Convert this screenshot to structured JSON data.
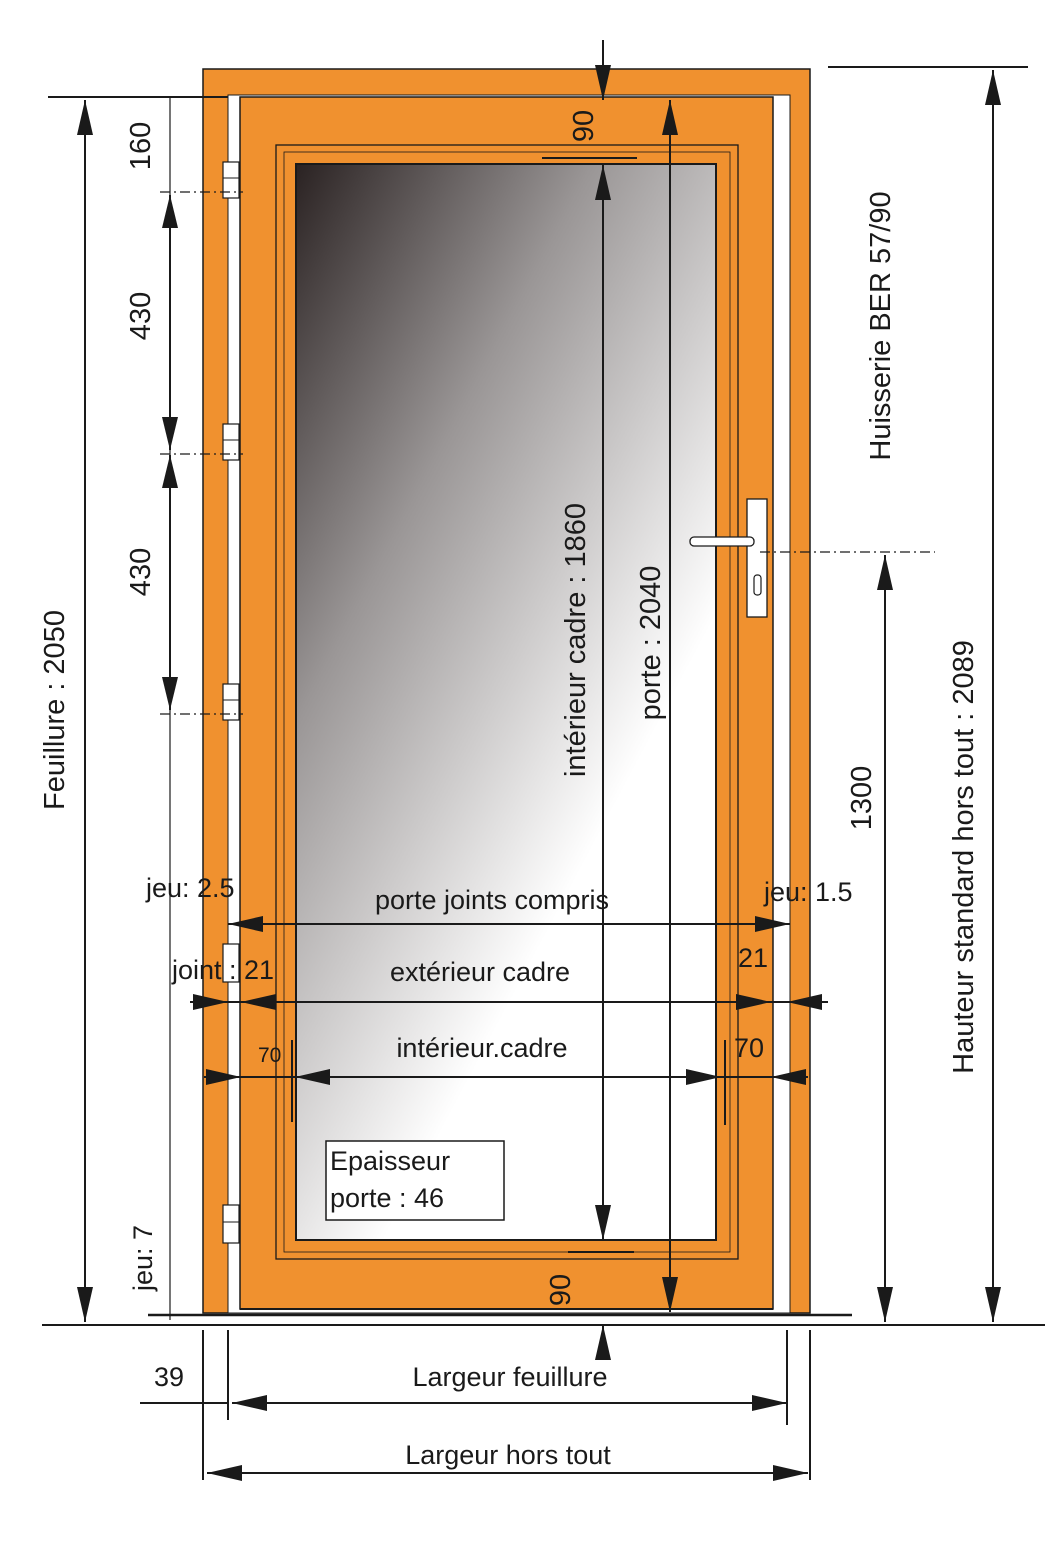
{
  "colors": {
    "frame": "#f0912f",
    "line": "#1a1a1a",
    "background": "#ffffff"
  },
  "labels": {
    "huisserie": "Huisserie  BER 57/90",
    "feuillure": "Feuillure : 2050",
    "hauteur_hors_tout": "Hauteur standard hors tout : 2089",
    "interieur_cadre_height": "intérieur cadre  : 1860",
    "porte_height": "porte  : 2040",
    "hinge_top": "160",
    "hinge_gap_1": "430",
    "hinge_gap_2": "430",
    "top_90": "90",
    "bottom_90": "90",
    "handle_height": "1300",
    "jeu_left": "jeu: 2.5",
    "jeu_right": "jeu: 1.5",
    "porte_joints": "porte joints compris",
    "joint": "joint : 21",
    "exterieur_cadre": "extérieur cadre",
    "right_21": "21",
    "interieur_cadre_width": "intérieur.cadre",
    "left_70": "70",
    "right_70": "70",
    "epaisseur_line1": "Epaisseur",
    "epaisseur_line2": "porte : 46",
    "jeu_bottom": "jeu: 7",
    "dim_39": "39",
    "largeur_feuillure": "Largeur feuillure",
    "largeur_hors_tout": "Largeur hors tout"
  }
}
